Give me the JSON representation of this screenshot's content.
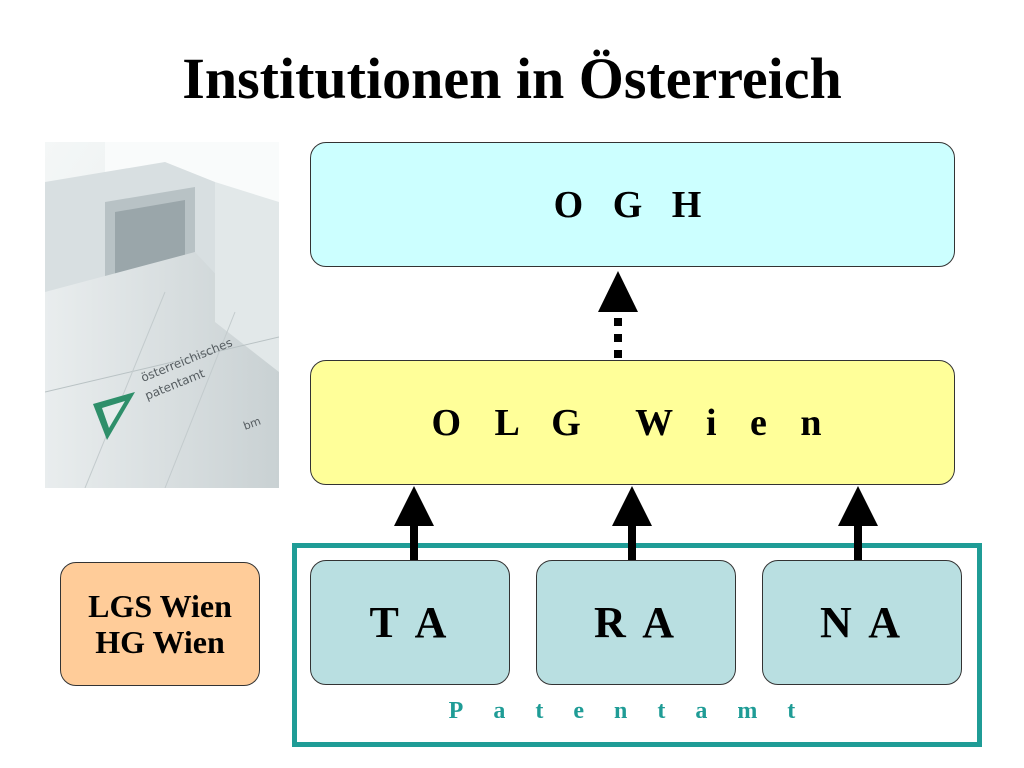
{
  "title": "Institutionen in Österreich",
  "boxes": {
    "ogh": "O G H",
    "olg": "O L G  W i e n",
    "ta": "T A",
    "ra": "R A",
    "na": "N A",
    "lgs_line1": "LGS Wien",
    "lgs_line2": "HG Wien"
  },
  "group_label": "Patentamt",
  "photo": {
    "sign_line1": "österreichisches",
    "sign_line2": "patentamt",
    "sign_logo": "bm"
  },
  "colors": {
    "ogh_fill": "#ccffff",
    "olg_fill": "#ffff99",
    "office_fill": "#b9dfe1",
    "court_fill": "#ffcc99",
    "patentamt_frame": "#1f9c96"
  }
}
